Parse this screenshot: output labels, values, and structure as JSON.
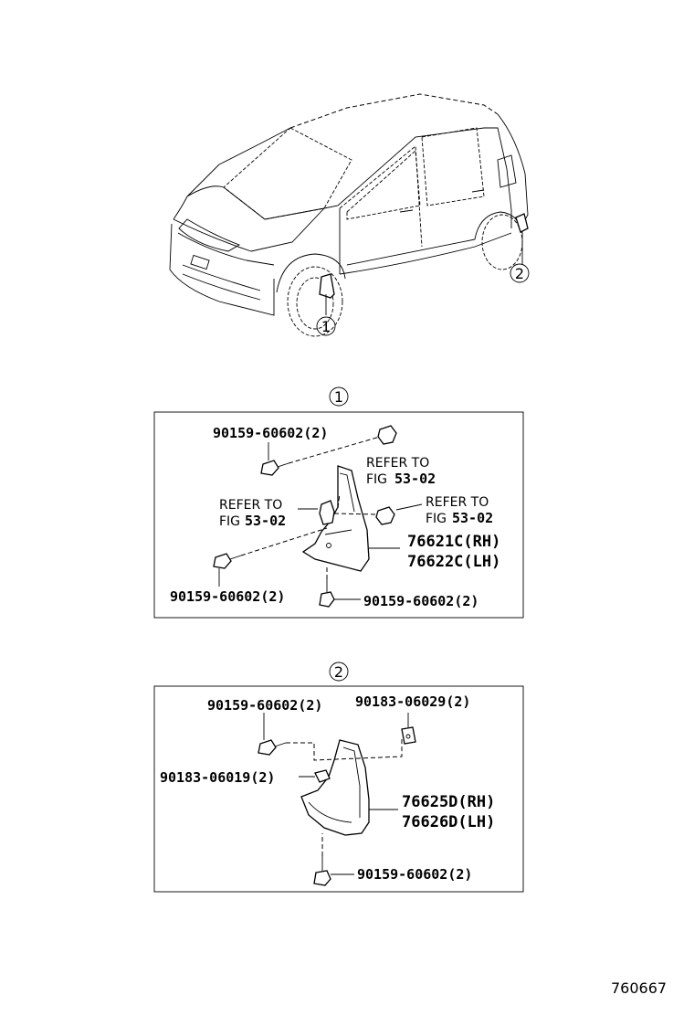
{
  "overview": {
    "callout_front": "1",
    "callout_rear": "2"
  },
  "panel1": {
    "callout": "1",
    "label_bolt_top": "90159-60602(2)",
    "label_bolt_left": "90159-60602(2)",
    "label_bolt_bottom": "90159-60602(2)",
    "label_part_rh": "76621C(RH)",
    "label_part_lh": "76622C(LH)",
    "ref_a_line1": "REFER TO",
    "ref_a_line2_prefix": "FIG",
    "ref_a_line2_num": "53-02",
    "ref_b_line1": "REFER TO",
    "ref_b_line2_prefix": "FIG",
    "ref_b_line2_num": "53-02",
    "ref_c_line1": "REFER TO",
    "ref_c_line2_prefix": "FIG",
    "ref_c_line2_num": "53-02"
  },
  "panel2": {
    "callout": "2",
    "label_bolt_top": "90159-60602(2)",
    "label_nut_top": "90183-06029(2)",
    "label_nut_left": "90183-06019(2)",
    "label_part_rh": "76625D(RH)",
    "label_part_lh": "76626D(LH)",
    "label_bolt_bottom": "90159-60602(2)"
  },
  "footer": {
    "figure_id": "760667"
  }
}
